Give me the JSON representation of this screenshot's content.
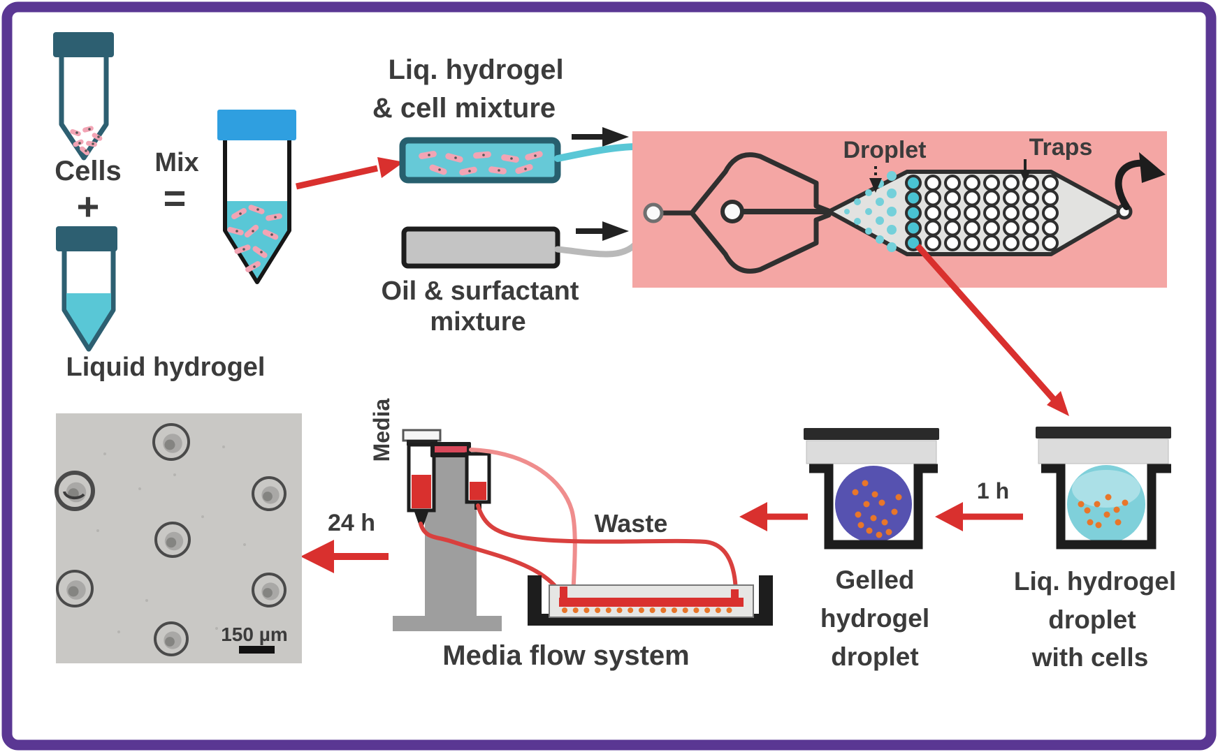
{
  "labels": {
    "cells": "Cells",
    "plus": "+",
    "mix": "Mix",
    "equals": "=",
    "liquid_hydrogel": "Liquid hydrogel",
    "liq_hydrogel_mixture_line1": "Liq. hydrogel",
    "liq_hydrogel_mixture_line2": "& cell mixture",
    "oil_surfactant_line1": "Oil & surfactant",
    "oil_surfactant_line2": "mixture",
    "droplet": "Droplet",
    "traps": "Traps",
    "time_1h": "1 h",
    "liq_droplet_line1": "Liq. hydrogel",
    "liq_droplet_line2": "droplet",
    "liq_droplet_line3": "with cells",
    "gelled_line1": "Gelled",
    "gelled_line2": "hydrogel",
    "gelled_line3": "droplet",
    "media": "Media",
    "waste": "Waste",
    "time_24h": "24 h",
    "media_flow_system": "Media flow system",
    "scale_bar": "150 µm"
  },
  "colors": {
    "border_purple": "#5a3793",
    "chip_pink": "#f4a6a4",
    "cyan": "#59c7d6",
    "teal_dark": "#2d5f71",
    "cap_blue": "#2f9fe0",
    "gel_purple": "#5652b0",
    "cell_orange": "#e8762a",
    "arrow_red": "#d9302e",
    "tube_light_red": "#ef8d8d",
    "text_dark": "#3b3b3b",
    "channel_dark": "#2f2f2f",
    "trap_bg": "#e2e2e0",
    "micrograph_bg": "#c9c8c5",
    "cell_pink": "#f2a4b4"
  },
  "structure": {
    "trap_grid": {
      "cols": 8,
      "rows": 5,
      "filled_columns": 1
    },
    "micrograph_droplet_count": 7,
    "funnel_droplet_count": 15,
    "dish_droplet_count": 16
  }
}
